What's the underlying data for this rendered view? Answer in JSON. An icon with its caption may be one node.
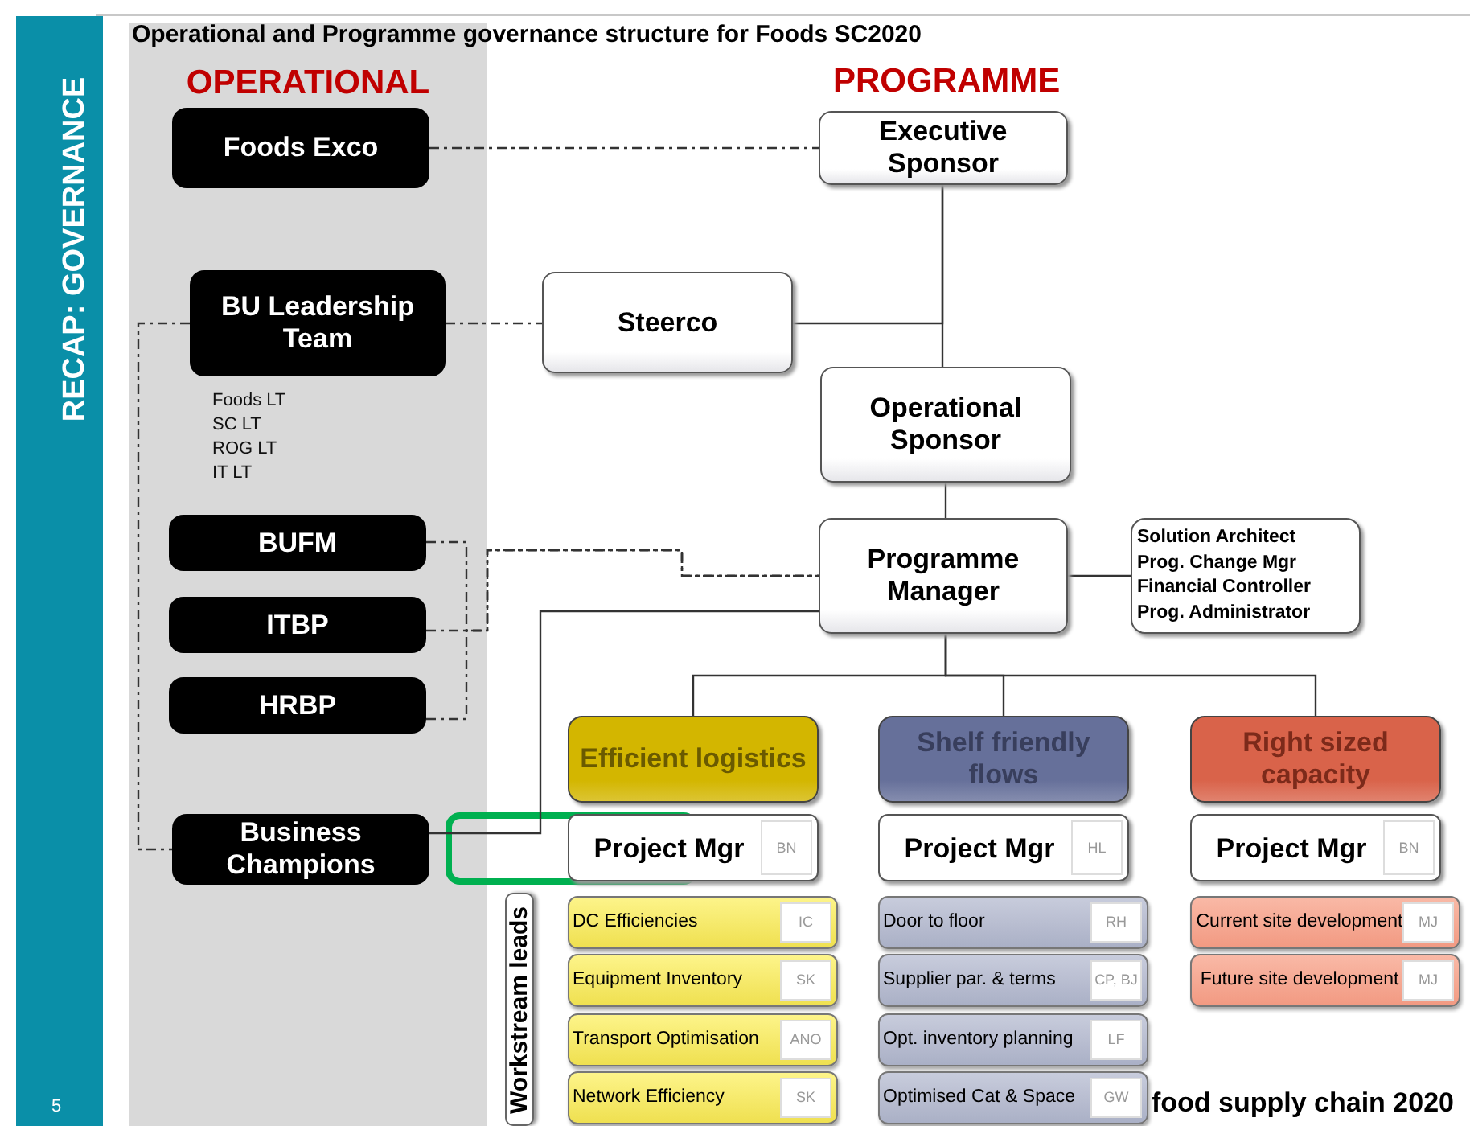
{
  "diagram": {
    "title": "Operational and Programme governance structure for Foods SC2020",
    "nodes": [
      {
        "text": [
          "OPERATIONAL"
        ]
      },
      {
        "text": [
          "Foods Exco"
        ],
        "in": 0
      },
      {
        "text": [
          "Executive Sponsor"
        ]
      },
      {
        "text": [
          "BU Leadership Team"
        ],
        "in": 0,
        "beside": [
          "Foods LT",
          "SC LT",
          "ROG LT",
          "IT LT"
        ]
      },
      {
        "text": [
          "Steerco"
        ]
      },
      {
        "text": [
          "Operational Sponsor"
        ]
      },
      {
        "text": [
          "BUFM"
        ],
        "in": 0
      },
      {
        "text": [
          "Programme Manager"
        ]
      },
      {
        "text": [
          "Solution Architect",
          "Prog. Change Mgr",
          "Financial Controller",
          "Prog. Administrator"
        ]
      },
      {
        "text": [
          "ITBP"
        ],
        "in": 0
      },
      {
        "text": [
          "HRBP"
        ],
        "in": 0
      },
      {
        "text": [
          "Efficient logistics"
        ]
      },
      {
        "text": [
          "Shelf friendly flows"
        ]
      },
      {
        "text": [
          "Right sized capacity"
        ]
      },
      {
        "text": [
          "Business Champions"
        ],
        "in": 0
      },
      {
        "text": [
          "Project Mgr",
          "BN"
        ]
      },
      {
        "text": [
          "Project Mgr",
          "HL"
        ]
      },
      {
        "text": [
          "Project Mgr",
          "BN"
        ]
      },
      {
        "text": [
          "Workstream leads"
        ]
      },
      {
        "text": [
          "DC Efficiencies",
          "IC"
        ]
      },
      {
        "text": [
          "Equipment Inventory",
          "SK"
        ]
      },
      {
        "text": [
          "Transport Optimisation",
          "ANO"
        ]
      },
      {
        "text": [
          "Network Efficiency",
          "SK"
        ]
      },
      {
        "text": [
          "Door to floor",
          "RH"
        ]
      },
      {
        "text": [
          "Supplier par. & terms",
          "CP, BJ"
        ]
      },
      {
        "text": [
          "Opt. inventory planning",
          "LF"
        ]
      },
      {
        "text": [
          "Optimised Cat & Space",
          "GW"
        ]
      },
      {
        "text": [
          "Current site development",
          "MJ"
        ]
      },
      {
        "text": [
          "Future site development",
          "MJ"
        ]
      }
    ],
    "edges": [
      {
        "from": 1,
        "to": 2,
        "arrow": "none",
        "style": "dashed"
      },
      {
        "from": 3,
        "to": 4,
        "arrow": "none",
        "style": "dashed"
      },
      {
        "from": 4,
        "to": 2,
        "arrow": "none"
      },
      {
        "from": 2,
        "to": 5,
        "arrow": "none"
      },
      {
        "from": 5,
        "to": 7,
        "arrow": "none"
      },
      {
        "from": 7,
        "to": 8,
        "arrow": "none"
      },
      {
        "from": 7,
        "to": 11,
        "arrow": "none"
      },
      {
        "from": 7,
        "to": 12,
        "arrow": "none"
      },
      {
        "from": 7,
        "to": 13,
        "arrow": "none"
      },
      {
        "from": 6,
        "to": 7,
        "arrow": "none",
        "style": "dashed"
      },
      {
        "from": 9,
        "to": 7,
        "arrow": "none",
        "style": "dashed"
      },
      {
        "from": 10,
        "to": 7,
        "arrow": "none",
        "style": "dashed"
      },
      {
        "from": 3,
        "to": 14,
        "arrow": "none",
        "style": "dashed"
      },
      {
        "from": 7,
        "to": 14,
        "arrow": "none"
      }
    ],
    "labels": [
      "RECAP: GOVERNANCE",
      "PROGRAMME",
      "food supply chain 2020",
      "5"
    ]
  }
}
